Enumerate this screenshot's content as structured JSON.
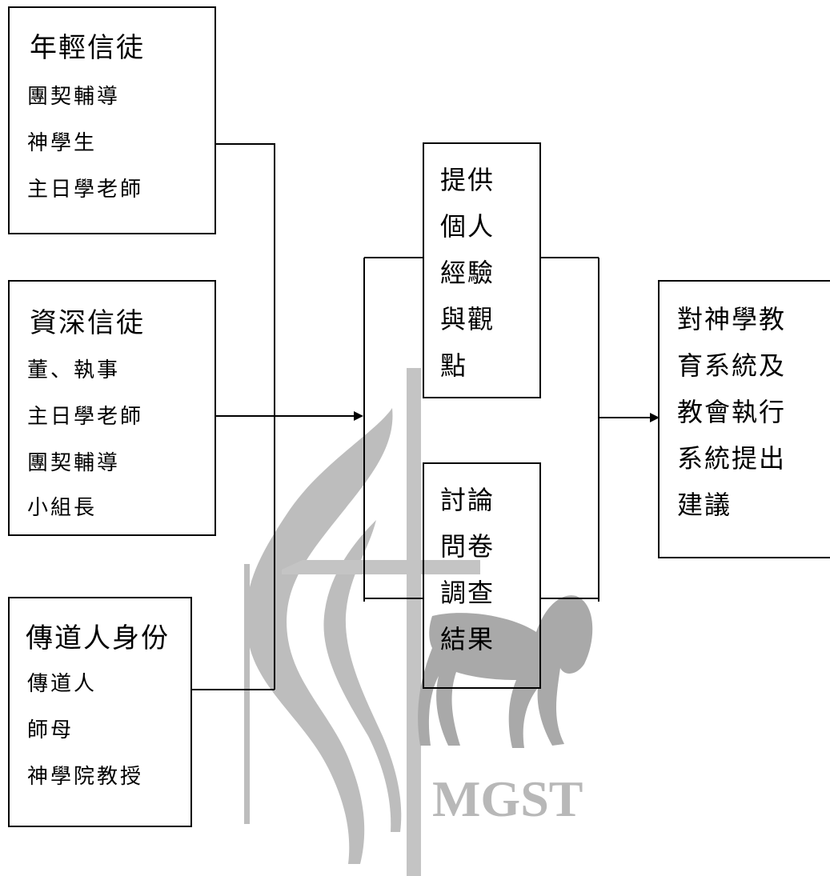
{
  "watermark": {
    "text": "MGST",
    "color": "#b8b8b8"
  },
  "groups": {
    "young": {
      "title": "年輕信徒",
      "items": [
        "團契輔導",
        "神學生",
        "主日學老師"
      ]
    },
    "senior": {
      "title": "資深信徒",
      "items": [
        "董、執事",
        "主日學老師",
        "團契輔導",
        "小組長"
      ]
    },
    "preacher": {
      "title": "傳道人身份",
      "items": [
        "傳道人",
        "師母",
        "神學院教授"
      ]
    }
  },
  "inputs": {
    "experience": [
      "提供",
      "個人",
      "經驗",
      "與觀",
      "點"
    ],
    "survey": [
      "討論",
      "問卷",
      "調查",
      "結果"
    ]
  },
  "result": {
    "lines": [
      "對神學教",
      "育系統及",
      "教會執行",
      "系統提出",
      "建議"
    ]
  }
}
